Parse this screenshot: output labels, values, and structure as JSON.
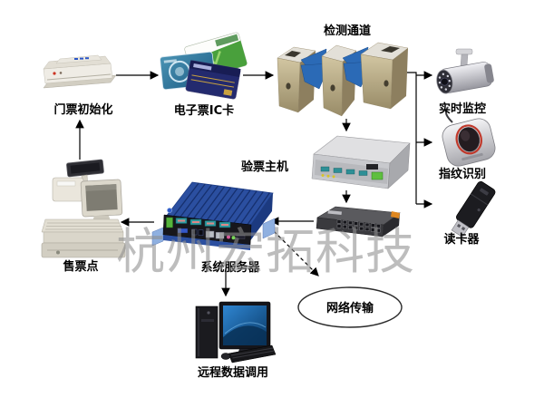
{
  "watermark": "杭州宏拓科技",
  "nodes": {
    "ticket_init": {
      "label": "门票初始化"
    },
    "ic_card": {
      "label": "电子票IC卡"
    },
    "gate_channel": {
      "label": "检测通道"
    },
    "live_monitor": {
      "label": "实时监控"
    },
    "fingerprint": {
      "label": "指纹识别"
    },
    "card_reader": {
      "label": "读卡器"
    },
    "check_host": {
      "label": "验票主机"
    },
    "ticket_office": {
      "label": "售票点"
    },
    "system_server": {
      "label": "系统服务器"
    },
    "network": {
      "label": "网络传输"
    },
    "remote_data": {
      "label": "远程数据调用"
    }
  },
  "connections": [
    {
      "from": "ticket_init",
      "to": "ic_card",
      "style": "solid-arrow"
    },
    {
      "from": "ic_card",
      "to": "gate_channel",
      "style": "solid-arrow"
    },
    {
      "from": "gate_channel",
      "to": "live_monitor",
      "style": "solid-arrow"
    },
    {
      "from": "gate_channel",
      "to": "fingerprint",
      "style": "solid-arrow"
    },
    {
      "from": "gate_channel",
      "to": "card_reader",
      "style": "solid-arrow"
    },
    {
      "from": "gate_channel",
      "to": "check_host",
      "style": "solid-arrow"
    },
    {
      "from": "check_host",
      "to": "network_switch",
      "style": "solid-arrow"
    },
    {
      "from": "network_switch",
      "to": "system_server",
      "style": "solid-arrow"
    },
    {
      "from": "system_server",
      "to": "ticket_office",
      "style": "solid-arrow"
    },
    {
      "from": "ticket_office",
      "to": "ticket_init",
      "style": "solid-arrow"
    },
    {
      "from": "system_server",
      "to": "remote_data",
      "style": "solid-arrow"
    },
    {
      "from": "system_server",
      "to": "network",
      "style": "dashed-arrow"
    }
  ],
  "colors": {
    "background": "#ffffff",
    "label_text": "#000000",
    "arrow": "#000000",
    "watermark_gray": "#8e8e8e",
    "gate_wing_blue": "#2b6ab6",
    "gate_body_champagne": "#c3b690",
    "server_blue": "#2b4fa0",
    "switch_dark": "#3a3a3e",
    "pos_beige": "#e2ded2",
    "screen_blue": "#1d6fb8",
    "fingerprint_ring_red": "#c0392b"
  }
}
